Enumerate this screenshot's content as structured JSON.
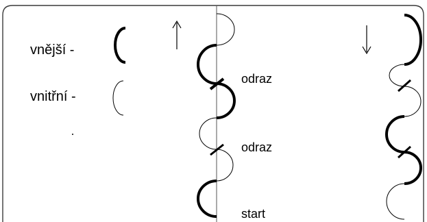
{
  "legend": {
    "outer_label": "vnější -",
    "inner_label": "vnitřní -"
  },
  "left_column": {
    "direction": "up",
    "labels": {
      "reflection_1": "odraz",
      "reflection_2": "odraz",
      "start": "start"
    }
  },
  "right_column": {
    "direction": "down"
  },
  "icons": {
    "up_arrow": "up-arrow-icon",
    "down_arrow": "down-arrow-icon"
  },
  "colors": {
    "line": "#000000",
    "border": "#3a3a3a",
    "background": "#ffffff"
  }
}
